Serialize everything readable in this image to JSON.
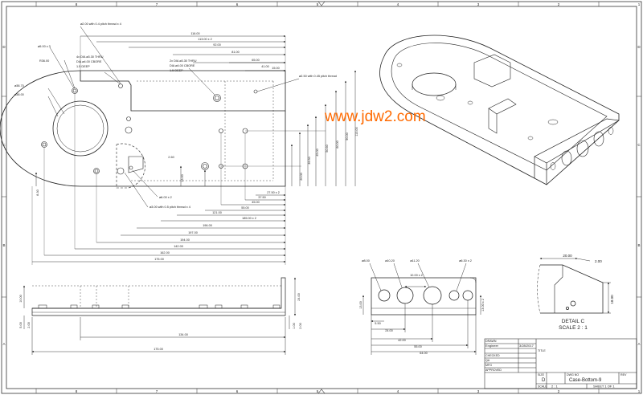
{
  "watermark": "www.jdw2.com",
  "zones_top": [
    "8",
    "7",
    "6",
    "5",
    "4",
    "3",
    "2",
    "1"
  ],
  "zones_side": [
    "D",
    "C",
    "B",
    "A"
  ],
  "plan_dims": [
    {
      "key": "d1",
      "text": "116.00"
    },
    {
      "key": "d2",
      "text": "113.00 x 2"
    },
    {
      "key": "d3",
      "text": "92.00"
    },
    {
      "key": "d4",
      "text": "81.00"
    },
    {
      "key": "d5",
      "text": "65.00"
    },
    {
      "key": "d6",
      "text": "41.00"
    },
    {
      "key": "d7",
      "text": "15.00"
    },
    {
      "key": "d8",
      "text": "27.50 x 2"
    },
    {
      "key": "d9",
      "text": "37.50"
    },
    {
      "key": "d10",
      "text": "45.00"
    },
    {
      "key": "d11",
      "text": "55.00"
    },
    {
      "key": "d12",
      "text": "121.00"
    },
    {
      "key": "d13",
      "text": "185.00 x 2"
    },
    {
      "key": "d14",
      "text": "196.00"
    },
    {
      "key": "d15",
      "text": "197.00"
    },
    {
      "key": "d16",
      "text": "194.00"
    },
    {
      "key": "d17",
      "text": "142.00"
    },
    {
      "key": "d18",
      "text": "162.00"
    },
    {
      "key": "d19",
      "text": "175.00"
    },
    {
      "key": "d20",
      "text": "2.60"
    },
    {
      "key": "d21",
      "text": "13.00"
    },
    {
      "key": "d22",
      "text": "8.30"
    },
    {
      "key": "d23",
      "text": "20.00"
    },
    {
      "key": "d24",
      "text": "39.50"
    },
    {
      "key": "d25",
      "text": "45.00"
    },
    {
      "key": "d26",
      "text": "50.60"
    },
    {
      "key": "d27",
      "text": "60.00"
    },
    {
      "key": "d28",
      "text": "90.00"
    },
    {
      "key": "d29",
      "text": "110.00"
    }
  ],
  "plan_notes": [
    {
      "key": "n1",
      "text": "⌀2.00 with 0.4 pitch thread x 4"
    },
    {
      "key": "n2",
      "text": "⌀5.00 x 3"
    },
    {
      "key": "n3",
      "text": "R36.00"
    },
    {
      "key": "n4",
      "text": "4x DIA ⌀3.30 THRU"
    },
    {
      "key": "n5",
      "text": "DIA ⌀4.00 CBORE"
    },
    {
      "key": "n6",
      "text": "1.5 DEEP"
    },
    {
      "key": "n7",
      "text": "2x DIA ⌀3.30 THRU"
    },
    {
      "key": "n8",
      "text": "DIA ⌀4.00 CBORE"
    },
    {
      "key": "n9",
      "text": "1.5 DEEP"
    },
    {
      "key": "n10",
      "text": "⌀2.50 with 0.45 pitch thread"
    },
    {
      "key": "n11",
      "text": "⌀38.70"
    },
    {
      "key": "n12",
      "text": "⌀38.00"
    },
    {
      "key": "n13",
      "text": "⌀6.00 x 2"
    },
    {
      "key": "n14",
      "text": "⌀3.00 with 0.5 pitch thread x 4"
    }
  ],
  "front_dims": [
    {
      "key": "f1",
      "text": "134.00"
    },
    {
      "key": "f2",
      "text": "175.00"
    },
    {
      "key": "f3",
      "text": "24.00"
    },
    {
      "key": "f4",
      "text": "10.00"
    },
    {
      "key": "f5",
      "text": "5.00"
    },
    {
      "key": "f6",
      "text": "2.00"
    },
    {
      "key": "f7",
      "text": "1.00"
    },
    {
      "key": "f8",
      "text": "2.00"
    }
  ],
  "end_dims": [
    {
      "key": "e1",
      "text": "⌀8.00"
    },
    {
      "key": "e2",
      "text": "⌀10.20"
    },
    {
      "key": "e3",
      "text": "⌀11.20"
    },
    {
      "key": "e4",
      "text": "⌀6.30 x 2"
    },
    {
      "key": "e5",
      "text": "10.00 x 2"
    },
    {
      "key": "e6",
      "text": "5.50"
    },
    {
      "key": "e7",
      "text": "24.00"
    },
    {
      "key": "e8",
      "text": "42.00"
    },
    {
      "key": "e9",
      "text": "55.00"
    },
    {
      "key": "e10",
      "text": "64.00"
    },
    {
      "key": "e11",
      "text": "13.00"
    },
    {
      "key": "e12",
      "text": "13.00 x 2"
    }
  ],
  "detail": {
    "dim_top": "20.00",
    "dim_angle": "2.00",
    "dim_side": "18.00",
    "title": "DETAIL  C",
    "scale": "SCALE 2 : 1"
  },
  "title_block": {
    "drawn_label": "DRAWN",
    "drawn_name": "Engineer",
    "drawn_date": "3/28/2017",
    "checked_label": "CHECKED",
    "qa_label": "QA",
    "mfg_label": "MFG",
    "approved_label": "APPROVED",
    "title_label": "TITLE",
    "size_label": "SIZE",
    "size_value": "D",
    "dwg_label": "DWG NO",
    "dwg_value": "Case-Bottom-9",
    "rev_label": "REV",
    "scale_label": "SCALE",
    "scale_value": "2 : 1",
    "sheet_value": "SHEET 1  OF 1"
  }
}
